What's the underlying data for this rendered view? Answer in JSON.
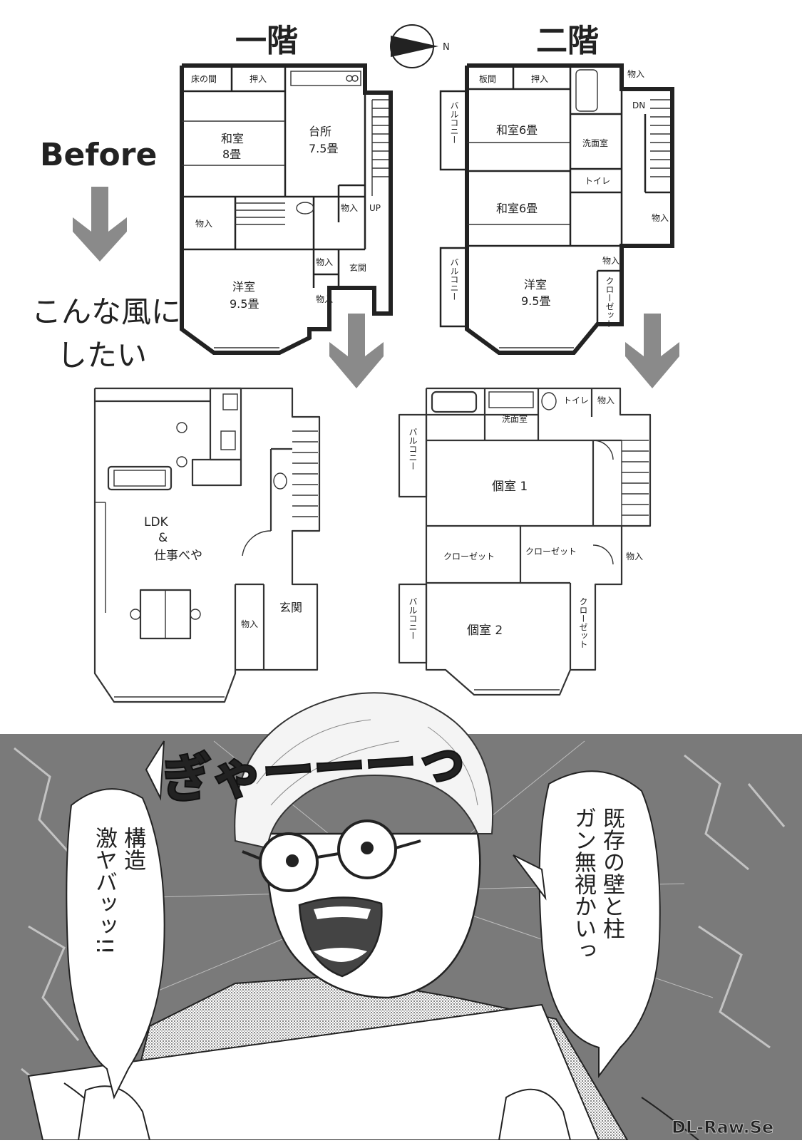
{
  "headings": {
    "floor1": "一階",
    "floor2": "二階",
    "before": "Before",
    "wish_line1": "こんな風に",
    "wish_line2": "したい",
    "compass_n": "N"
  },
  "before_floor1": {
    "tokonoma": "床の間",
    "oshiire": "押入",
    "washitsu": "和室",
    "washitsu_size": "8畳",
    "kitchen": "台所",
    "kitchen_size": "7.5畳",
    "storage_a": "物入",
    "storage_b": "物入",
    "storage_c": "物入",
    "storage_d": "物入",
    "up": "UP",
    "genkan": "玄関",
    "youshitsu": "洋室",
    "youshitsu_size": "9.5畳"
  },
  "before_floor2": {
    "itama": "板間",
    "oshiire": "押入",
    "storage_top": "物入",
    "dn": "DN",
    "balcony_a": "バルコニー",
    "balcony_b": "バルコニー",
    "washitsu_a": "和室6畳",
    "washitsu_b": "和室6畳",
    "senmen": "洗面室",
    "toilet": "トイレ",
    "storage_right": "物入",
    "storage_mid": "物入",
    "closet": "クローゼット",
    "youshitsu": "洋室",
    "youshitsu_size": "9.5畳"
  },
  "after_floor1": {
    "ldk": "LDK",
    "and": "&",
    "workroom": "仕事べや",
    "genkan": "玄関",
    "storage": "物入"
  },
  "after_floor2": {
    "toilet": "トイレ",
    "storage_top": "物入",
    "senmen": "洗面室",
    "balcony_a": "バルコニー",
    "balcony_b": "バルコニー",
    "room1": "個室 1",
    "closet_a": "クローゼット",
    "closet_b": "クローゼット",
    "storage_right": "物入",
    "room2": "個室 2",
    "closet_c": "クローゼット"
  },
  "comic": {
    "sfx": "ぎゃーーーっ",
    "bubble_right_col1": "既存の壁と柱",
    "bubble_right_col2": "ガン無視かいっ",
    "bubble_left_col1": "構造",
    "bubble_left_col2": "激ヤバッッ!!"
  },
  "watermark": "DL-Raw.Se"
}
